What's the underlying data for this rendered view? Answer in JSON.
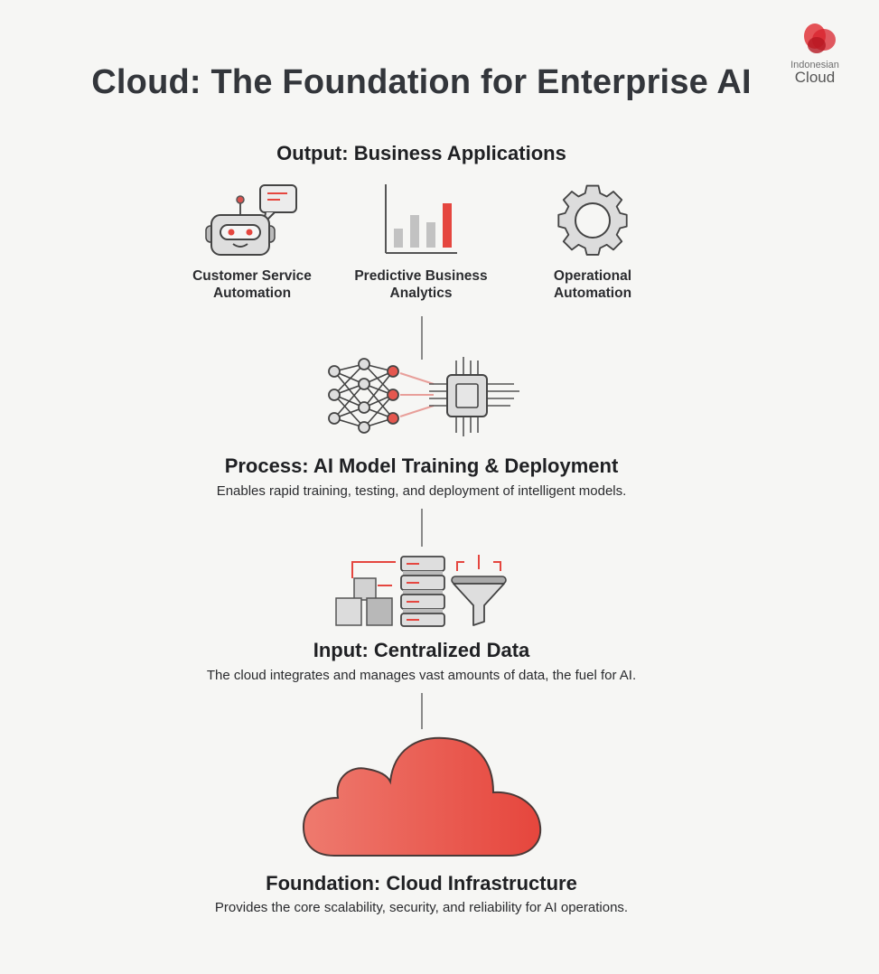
{
  "header": {
    "title": "Cloud: The Foundation for Enterprise AI",
    "logo": {
      "line1": "Indonesian",
      "line2": "Cloud",
      "icon": "petal-logo-icon"
    }
  },
  "output": {
    "title": "Output: Business Applications",
    "items": [
      {
        "label_line1": "Customer Service",
        "label_line2": "Automation",
        "icon": "robot-chat-icon"
      },
      {
        "label_line1": "Predictive Business",
        "label_line2": "Analytics",
        "icon": "bar-chart-icon"
      },
      {
        "label_line1": "Operational",
        "label_line2": "Automation",
        "icon": "gear-icon"
      }
    ]
  },
  "process": {
    "title": "Process: AI Model Training & Deployment",
    "description": "Enables rapid training, testing, and deployment of intelligent models.",
    "icons": [
      "neural-network-icon",
      "processor-chip-icon"
    ]
  },
  "input": {
    "title": "Input: Centralized Data",
    "description": "The cloud integrates and manages vast amounts of data, the fuel for AI.",
    "icons": [
      "data-blocks-icon",
      "database-stack-icon",
      "funnel-icon"
    ]
  },
  "foundation": {
    "title": "Foundation: Cloud Infrastructure",
    "description": "Provides the core scalability, security, and reliability for AI operations.",
    "icon": "cloud-icon"
  },
  "colors": {
    "accent": "#e5463f",
    "gray_fill": "#d8d8d8",
    "outline": "#4a4a4a",
    "background": "#f6f6f4"
  }
}
